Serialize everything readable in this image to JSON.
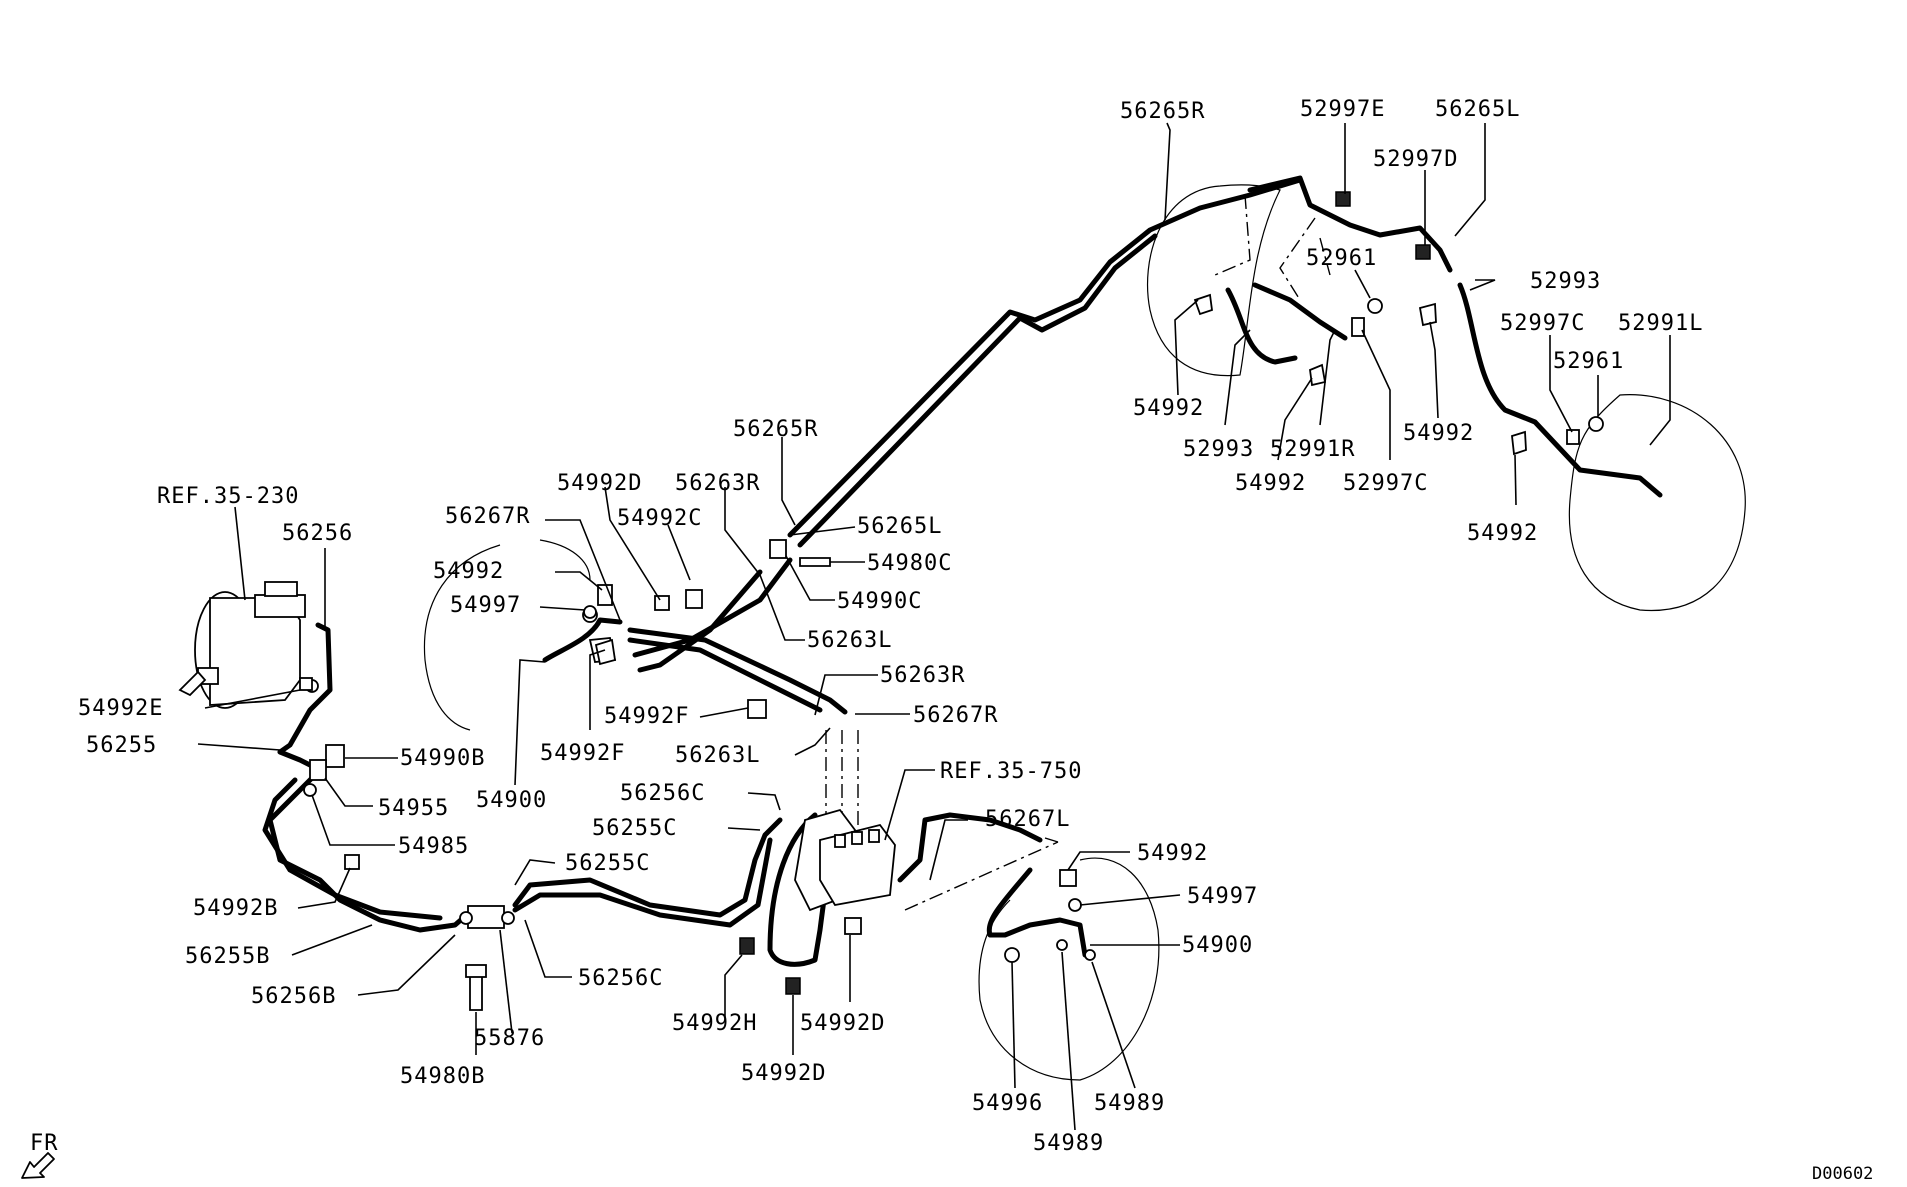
{
  "diagram": {
    "code": "D00602",
    "direction": "FR",
    "callouts": [
      {
        "id": "c1",
        "text": "56265R"
      },
      {
        "id": "c2",
        "text": "52997E"
      },
      {
        "id": "c3",
        "text": "56265L"
      },
      {
        "id": "c4",
        "text": "52997D"
      },
      {
        "id": "c5",
        "text": "52961"
      },
      {
        "id": "c6",
        "text": "52993"
      },
      {
        "id": "c7",
        "text": "52997C"
      },
      {
        "id": "c8",
        "text": "52991L"
      },
      {
        "id": "c9",
        "text": "52961"
      },
      {
        "id": "c10",
        "text": "54992"
      },
      {
        "id": "c11",
        "text": "52993"
      },
      {
        "id": "c12",
        "text": "52991R"
      },
      {
        "id": "c13",
        "text": "54992"
      },
      {
        "id": "c14",
        "text": "54992"
      },
      {
        "id": "c15",
        "text": "52997C"
      },
      {
        "id": "c16",
        "text": "54992"
      },
      {
        "id": "c17",
        "text": "56265R"
      },
      {
        "id": "c18",
        "text": "54992D"
      },
      {
        "id": "c19",
        "text": "56263R"
      },
      {
        "id": "c20",
        "text": "REF.35-230"
      },
      {
        "id": "c21",
        "text": "56267R"
      },
      {
        "id": "c22",
        "text": "54992C"
      },
      {
        "id": "c23",
        "text": "56265L"
      },
      {
        "id": "c24",
        "text": "56256"
      },
      {
        "id": "c25",
        "text": "54980C"
      },
      {
        "id": "c26",
        "text": "54992"
      },
      {
        "id": "c27",
        "text": "54990C"
      },
      {
        "id": "c28",
        "text": "54997"
      },
      {
        "id": "c29",
        "text": "56263L"
      },
      {
        "id": "c30",
        "text": "56263R"
      },
      {
        "id": "c31",
        "text": "54992E"
      },
      {
        "id": "c32",
        "text": "54992F"
      },
      {
        "id": "c33",
        "text": "56267R"
      },
      {
        "id": "c34",
        "text": "56255"
      },
      {
        "id": "c35",
        "text": "54990B"
      },
      {
        "id": "c36",
        "text": "54992F"
      },
      {
        "id": "c37",
        "text": "56263L"
      },
      {
        "id": "c38",
        "text": "54900"
      },
      {
        "id": "c39",
        "text": "REF.35-750"
      },
      {
        "id": "c40",
        "text": "54955"
      },
      {
        "id": "c41",
        "text": "56256C"
      },
      {
        "id": "c42",
        "text": "56267L"
      },
      {
        "id": "c43",
        "text": "54985"
      },
      {
        "id": "c44",
        "text": "56255C"
      },
      {
        "id": "c45",
        "text": "54992"
      },
      {
        "id": "c46",
        "text": "56255C"
      },
      {
        "id": "c47",
        "text": "54997"
      },
      {
        "id": "c48",
        "text": "54992B"
      },
      {
        "id": "c49",
        "text": "54900"
      },
      {
        "id": "c50",
        "text": "56255B"
      },
      {
        "id": "c51",
        "text": "56256C"
      },
      {
        "id": "c52",
        "text": "56256B"
      },
      {
        "id": "c53",
        "text": "54992H"
      },
      {
        "id": "c54",
        "text": "54992D"
      },
      {
        "id": "c55",
        "text": "55876"
      },
      {
        "id": "c56",
        "text": "54992D"
      },
      {
        "id": "c57",
        "text": "54980B"
      },
      {
        "id": "c58",
        "text": "54996"
      },
      {
        "id": "c59",
        "text": "54989"
      },
      {
        "id": "c60",
        "text": "54989"
      }
    ]
  }
}
